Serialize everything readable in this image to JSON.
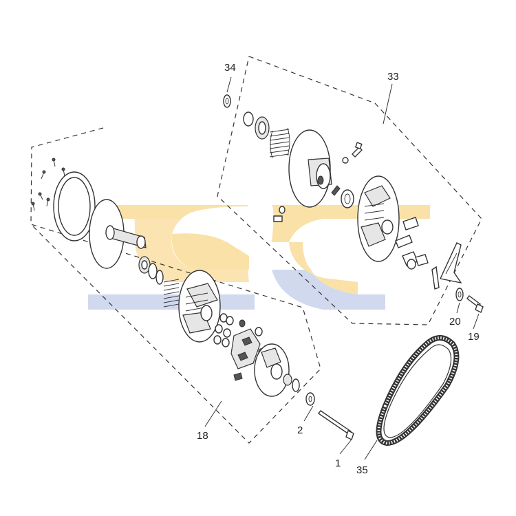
{
  "colors": {
    "watermark_yellow": "#f9dc9a",
    "watermark_blue": "#c8d3ea",
    "line": "#333333"
  },
  "callouts": {
    "c34": "34",
    "c33": "33",
    "c20": "20",
    "c19": "19",
    "c18": "18",
    "c2": "2",
    "c1": "1",
    "c35": "35"
  }
}
